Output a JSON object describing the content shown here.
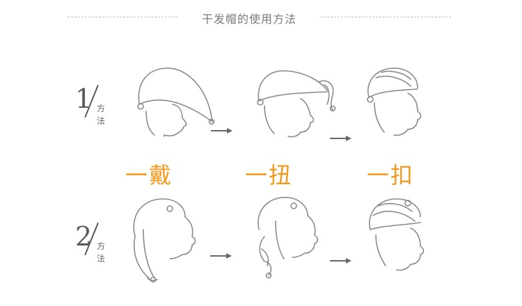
{
  "header": {
    "title": "干发帽的使用方法"
  },
  "methods": [
    {
      "number": "1",
      "label_a": "方",
      "label_b": "法"
    },
    {
      "number": "2",
      "label_a": "方",
      "label_b": "法"
    }
  ],
  "actions": [
    {
      "label": "一戴"
    },
    {
      "label": "一扭"
    },
    {
      "label": "一扣"
    }
  ],
  "colors": {
    "accent": "#f39a1e",
    "line": "#8a8a8a",
    "text": "#7a7a7a"
  },
  "icons": [
    "head-cap-1-1",
    "head-cap-1-2",
    "head-cap-1-3",
    "head-cap-2-1",
    "head-cap-2-2",
    "head-cap-2-3",
    "arrow-right-icon"
  ]
}
